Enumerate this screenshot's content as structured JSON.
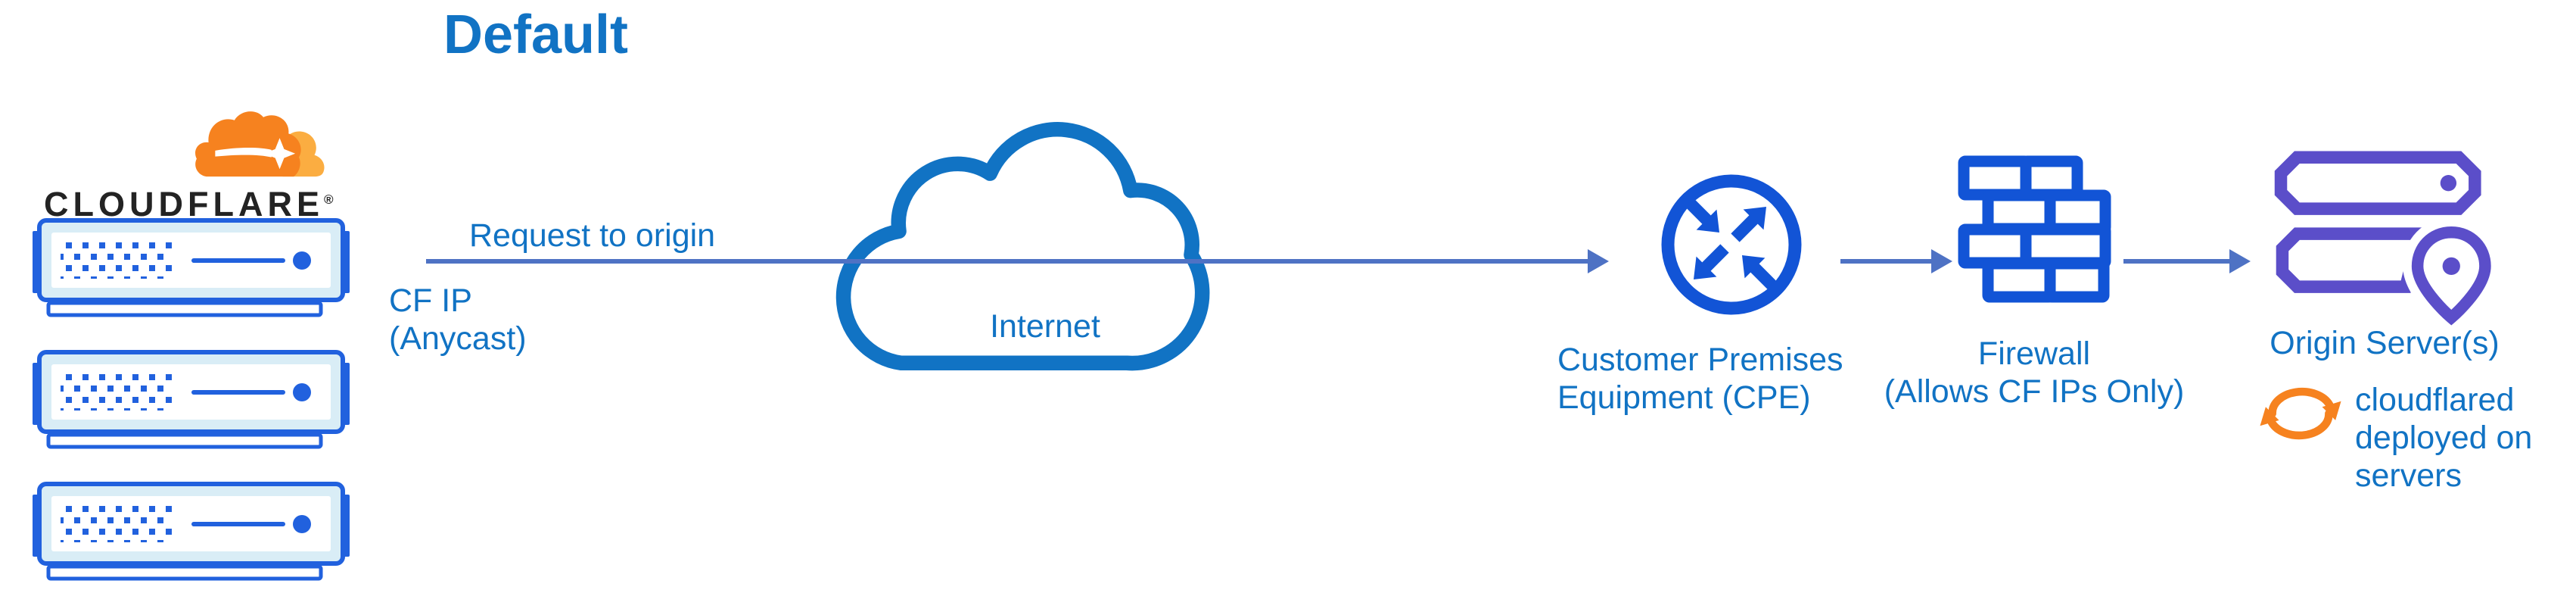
{
  "title": "Default",
  "logo": {
    "wordmark": "CLOUDFLARE",
    "registered": "®"
  },
  "labels": {
    "request": "Request to origin",
    "cf_ip_line1": "CF IP",
    "cf_ip_line2": "(Anycast)",
    "internet": "Internet",
    "cpe_line1": "Customer Premises",
    "cpe_line2": "Equipment (CPE)",
    "firewall_line1": "Firewall",
    "firewall_line2": "(Allows CF IPs Only)",
    "origin": "Origin Server(s)",
    "cloudflared": "cloudflared deployed on servers"
  },
  "colors": {
    "text_blue": "#1173c4",
    "icon_blue": "#1254d6",
    "server_blue": "#2161de",
    "connector_blue": "#4e72c4",
    "origin_purple": "#5b4ec9",
    "cloudflare_orange": "#f6821f",
    "cloudflare_orange_light": "#fbad41",
    "server_bezel": "#d9edf6",
    "wordmark_ink": "#232323"
  },
  "icons": {
    "cloudflare_logo": "cloudflare-cloud-icon",
    "edge_server": "edge-server-icon",
    "internet_cloud": "internet-cloud-icon",
    "flow_arrow": "flow-arrow-icon",
    "cpe_router": "cpe-router-icon",
    "firewall": "firewall-icon",
    "origin_servers": "origin-servers-icon",
    "location_pin": "location-pin-icon",
    "sync": "sync-icon"
  }
}
